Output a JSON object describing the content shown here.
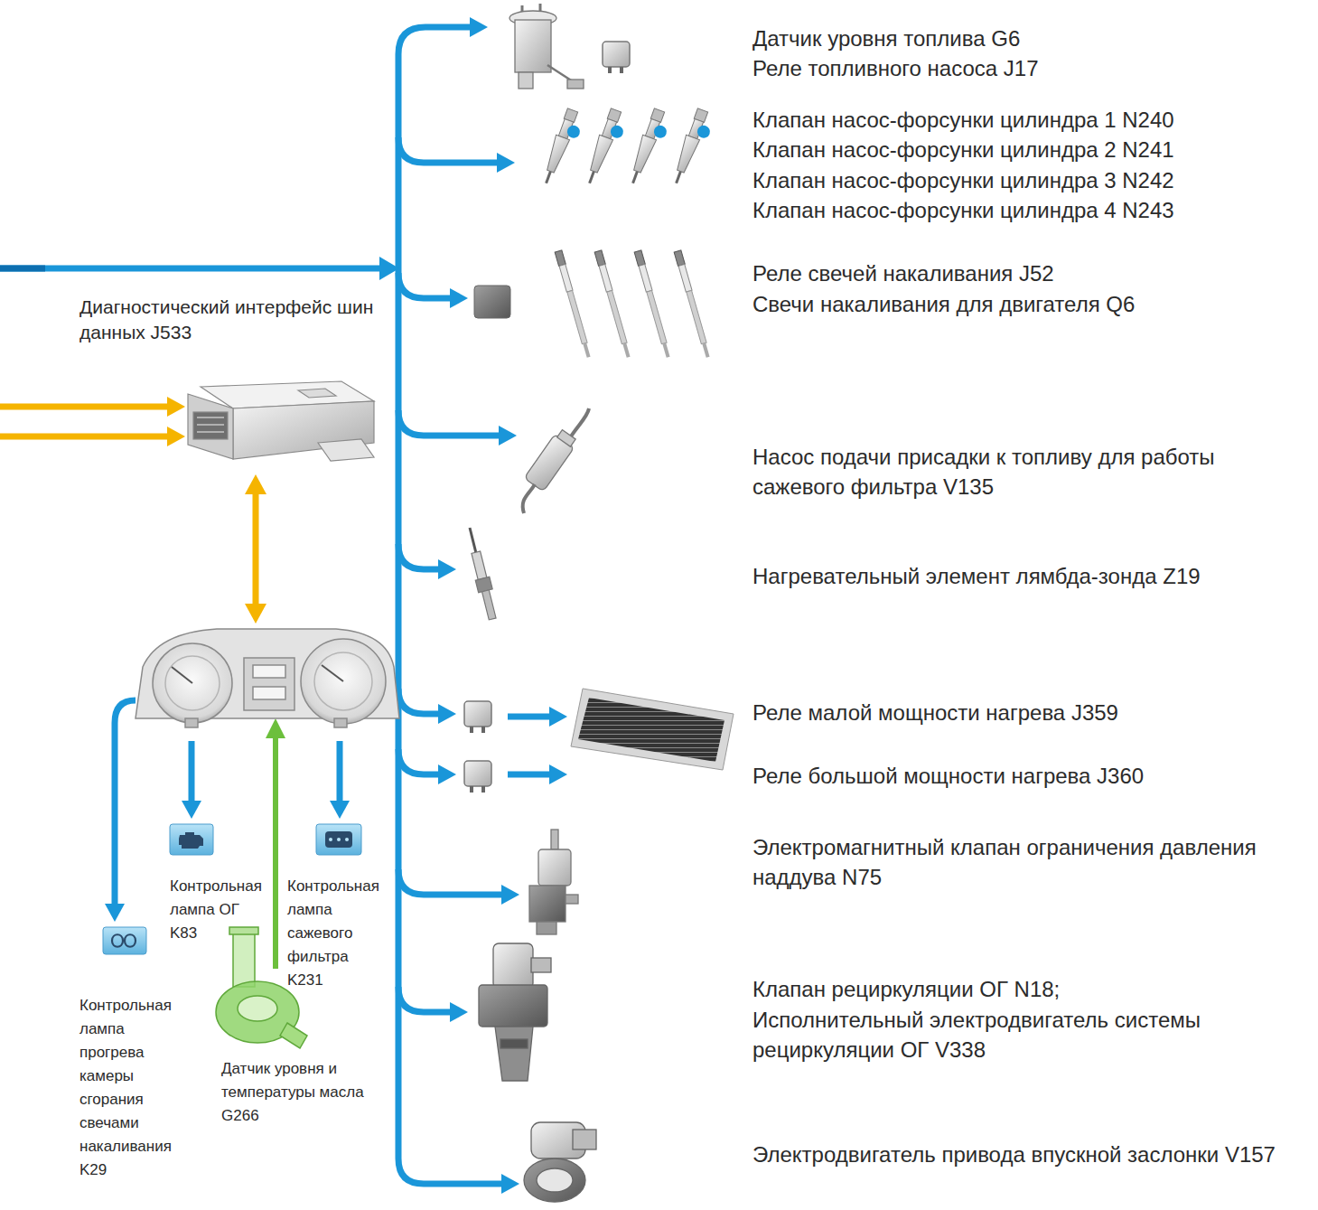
{
  "diagram": {
    "labels": [
      "Датчик уровня топлива G6",
      "Реле топливного насоса J17",
      "Клапан насос-форсунки цилиндра 1 N240",
      "Клапан насос-форсунки цилиндра 2 N241",
      "Клапан насос-форсунки цилиндра 3 N242",
      "Клапан насос-форсунки цилиндра 4 N243",
      "Диагностический интерфейс шин данных J533",
      "Реле свечей накаливания J52",
      "Свечи накаливания для двигателя Q6",
      "Насос подачи присадки к топливу для работы сажевого фильтра V135",
      "Нагревательный элемент лямбда-зонда Z19",
      "Реле малой мощности нагрева J359",
      "Реле большой мощности нагрева J360",
      "Электромагнитный клапан ограничения давления наддува N75",
      "Клапан рециркуляции ОГ N18;",
      "Исполнительный электродвигатель системы рециркуляции ОГ V338",
      "Контрольная лампа ОГ K83",
      "Контрольная лампа сажевого фильтра K231",
      "Контрольная лампа прогрева камеры сгорания свечами накаливания K29",
      "Датчик уровня и температуры масла G266",
      "Электродвигатель привода впускной заслонки V157"
    ]
  }
}
